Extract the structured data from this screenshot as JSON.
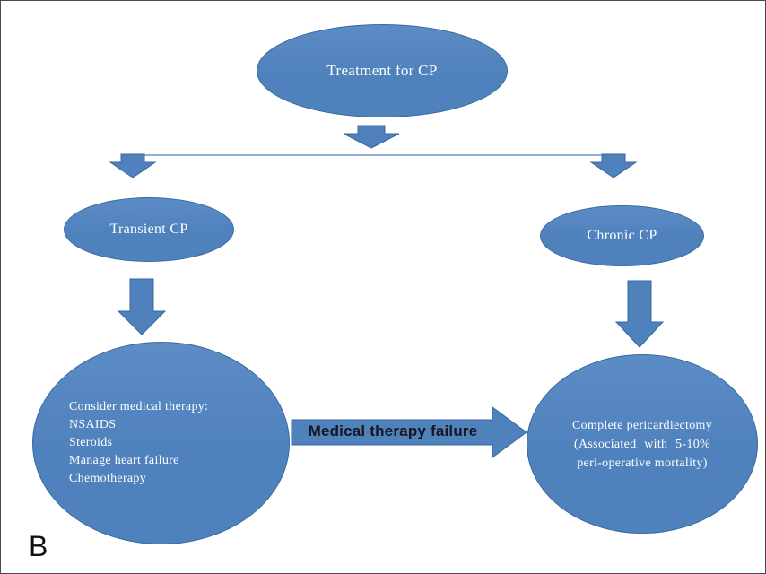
{
  "figure_label": "B",
  "colors": {
    "shape_fill": "#4f81bd",
    "shape_border": "#38689f",
    "text_on_shape": "#ffffff",
    "arrow_label_color": "#17171f",
    "background": "#ffffff"
  },
  "nodes": {
    "root": {
      "label": "Treatment for CP"
    },
    "transient": {
      "label": "Transient CP"
    },
    "chronic": {
      "label": "Chronic CP"
    },
    "medical_therapy": {
      "lines": [
        "Consider medical therapy:",
        "NSAIDS",
        "Steroids",
        "Manage heart failure",
        "Chemotherapy"
      ]
    },
    "pericardiectomy": {
      "lines": [
        "Complete pericardiectomy",
        "(Associated with 5-10%",
        "peri-operative mortality)"
      ]
    }
  },
  "edges": {
    "failure_label": "Medical therapy failure"
  }
}
